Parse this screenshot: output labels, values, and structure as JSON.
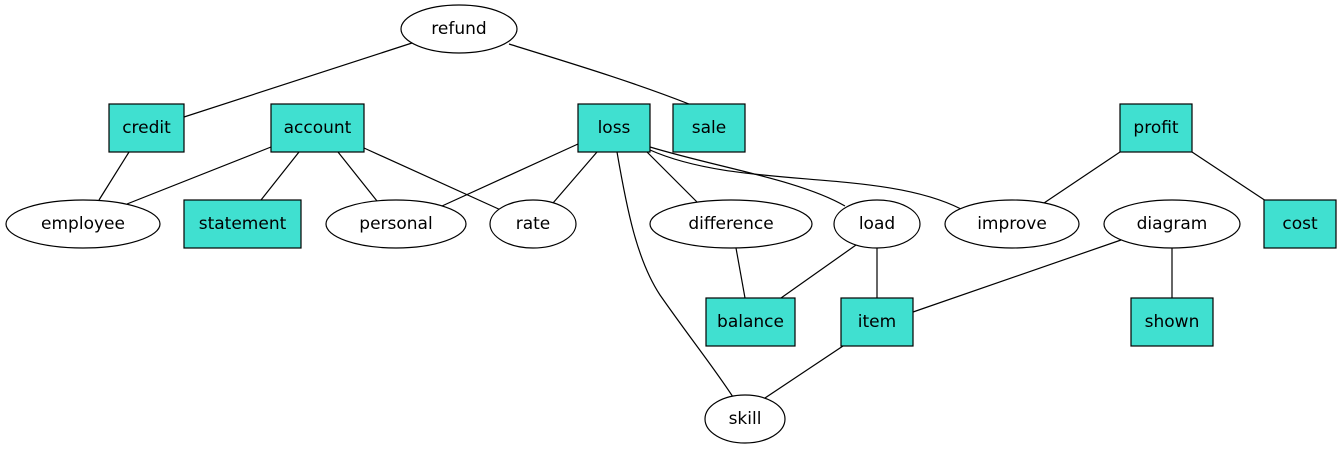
{
  "diagram": {
    "box_fill": "#40e0d0",
    "nodes": [
      {
        "id": "refund",
        "label": "refund",
        "shape": "ellipse"
      },
      {
        "id": "credit",
        "label": "credit",
        "shape": "box"
      },
      {
        "id": "account",
        "label": "account",
        "shape": "box"
      },
      {
        "id": "loss",
        "label": "loss",
        "shape": "box"
      },
      {
        "id": "sale",
        "label": "sale",
        "shape": "box"
      },
      {
        "id": "profit",
        "label": "profit",
        "shape": "box"
      },
      {
        "id": "employee",
        "label": "employee",
        "shape": "ellipse"
      },
      {
        "id": "statement",
        "label": "statement",
        "shape": "box"
      },
      {
        "id": "personal",
        "label": "personal",
        "shape": "ellipse"
      },
      {
        "id": "rate",
        "label": "rate",
        "shape": "ellipse"
      },
      {
        "id": "difference",
        "label": "difference",
        "shape": "ellipse"
      },
      {
        "id": "load",
        "label": "load",
        "shape": "ellipse"
      },
      {
        "id": "improve",
        "label": "improve",
        "shape": "ellipse"
      },
      {
        "id": "diagram",
        "label": "diagram",
        "shape": "ellipse"
      },
      {
        "id": "cost",
        "label": "cost",
        "shape": "box"
      },
      {
        "id": "balance",
        "label": "balance",
        "shape": "box"
      },
      {
        "id": "item",
        "label": "item",
        "shape": "box"
      },
      {
        "id": "shown",
        "label": "shown",
        "shape": "box"
      },
      {
        "id": "skill",
        "label": "skill",
        "shape": "ellipse"
      }
    ],
    "edges": [
      [
        "refund",
        "credit"
      ],
      [
        "refund",
        "sale"
      ],
      [
        "credit",
        "employee"
      ],
      [
        "account",
        "employee"
      ],
      [
        "account",
        "statement"
      ],
      [
        "account",
        "personal"
      ],
      [
        "account",
        "rate"
      ],
      [
        "loss",
        "personal"
      ],
      [
        "loss",
        "rate"
      ],
      [
        "loss",
        "difference"
      ],
      [
        "loss",
        "load"
      ],
      [
        "loss",
        "improve"
      ],
      [
        "loss",
        "skill"
      ],
      [
        "profit",
        "improve"
      ],
      [
        "profit",
        "cost"
      ],
      [
        "difference",
        "balance"
      ],
      [
        "load",
        "balance"
      ],
      [
        "load",
        "item"
      ],
      [
        "diagram",
        "item"
      ],
      [
        "diagram",
        "shown"
      ],
      [
        "item",
        "skill"
      ]
    ]
  }
}
